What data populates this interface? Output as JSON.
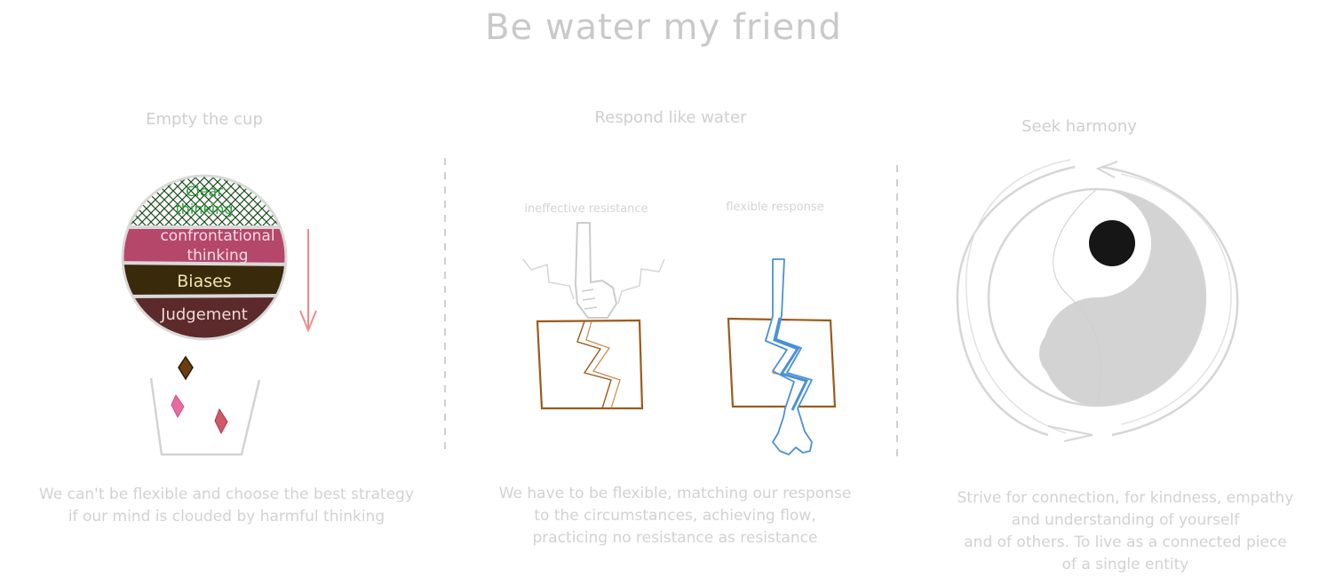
{
  "title": "Be water my friend",
  "sections": [
    {
      "heading": "Empty the cup",
      "layers": [
        "Clear thinking",
        "confrontational thinking",
        "Biases",
        "Judgement"
      ],
      "caption": [
        "We can't be flexible and choose the best strategy",
        "if our mind is clouded by harmful thinking"
      ]
    },
    {
      "heading": "Respond like water",
      "left_label": "ineffective resistance",
      "right_label": "flexible response",
      "caption": [
        "We have to be flexible, matching our response",
        "to the circumstances, achieving flow,",
        "practicing no resistance as resistance"
      ]
    },
    {
      "heading": "Seek harmony",
      "caption": [
        "Strive for connection, for kindness, empathy",
        "and understanding of yourself",
        "and of others. To live as a connected piece",
        "of a single entity"
      ]
    }
  ],
  "colors": {
    "clear": "#2e7d32",
    "confrontational": "#b5476a",
    "biases": "#3a2a0c",
    "judgement": "#5c2a2a",
    "arrow": "#f08a8a",
    "brick": "#9c5a1a",
    "water": "#4a90d9",
    "yin": "#d3d3d3",
    "dot": "#161616"
  }
}
